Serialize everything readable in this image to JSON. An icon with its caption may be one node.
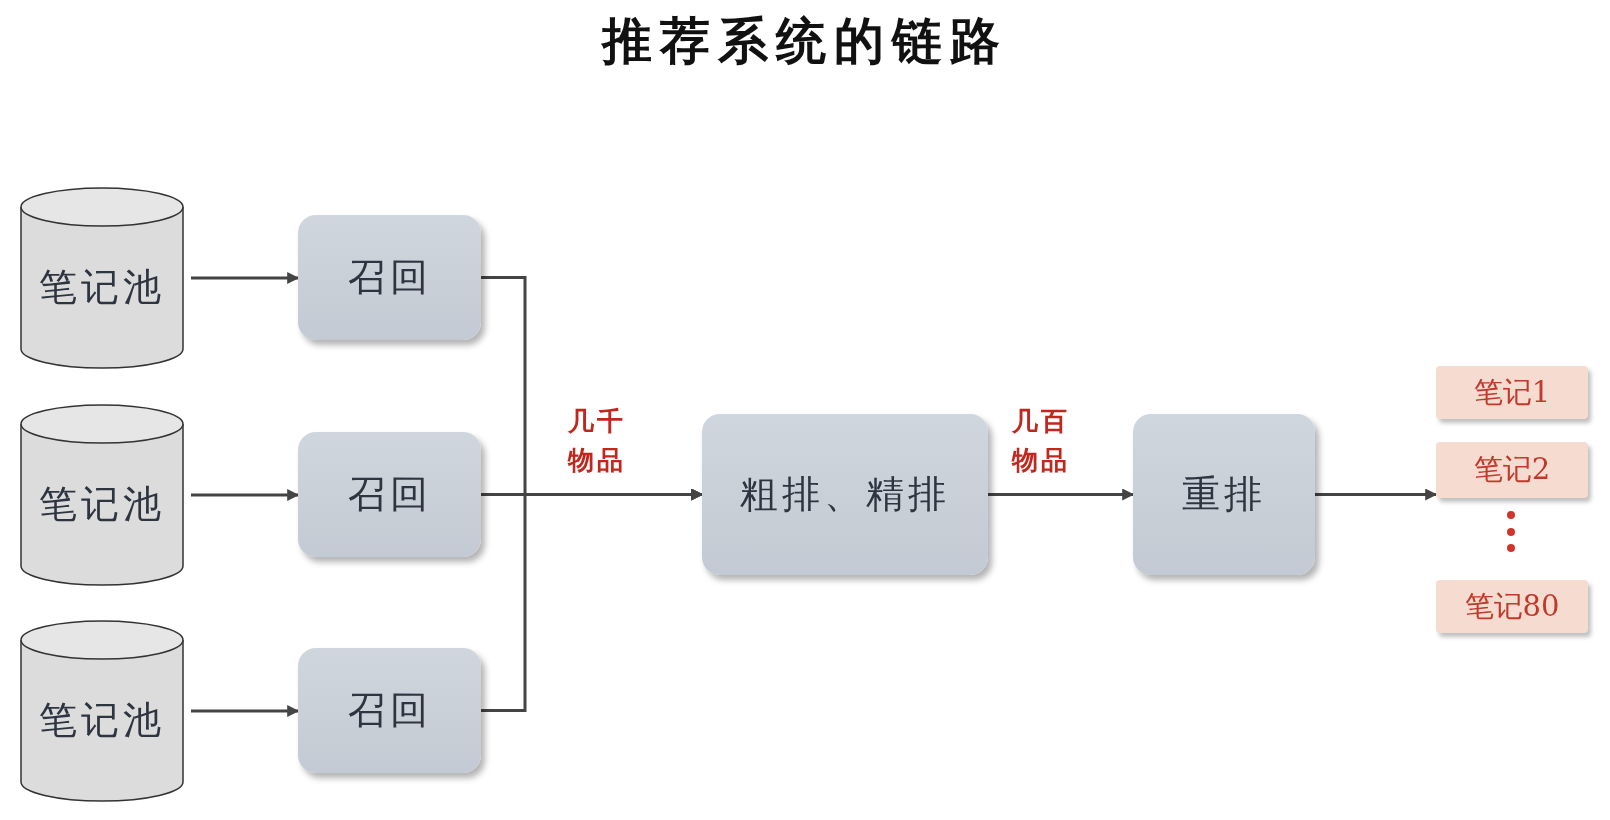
{
  "diagram": {
    "title": "推荐系统的链路",
    "nodes": [
      {
        "text": [
          "笔记池"
        ]
      },
      {
        "text": [
          "笔记池"
        ]
      },
      {
        "text": [
          "笔记池"
        ]
      },
      {
        "text": [
          "召回"
        ]
      },
      {
        "text": [
          "召回"
        ]
      },
      {
        "text": [
          "召回"
        ]
      },
      {
        "text": [
          "粗排、精排"
        ]
      },
      {
        "text": [
          "重排"
        ]
      },
      {
        "text": [
          "笔记1"
        ]
      },
      {
        "text": [
          "笔记2"
        ]
      },
      {
        "text": [
          "笔记80"
        ]
      }
    ],
    "edges": [
      {
        "from": 0,
        "to": 3,
        "arrow": "to"
      },
      {
        "from": 1,
        "to": 4,
        "arrow": "to"
      },
      {
        "from": 2,
        "to": 5,
        "arrow": "to"
      },
      {
        "from": 3,
        "to": 6,
        "arrow": "to"
      },
      {
        "from": 4,
        "to": 6,
        "arrow": "to",
        "label": "几千物品"
      },
      {
        "from": 5,
        "to": 6,
        "arrow": "to"
      },
      {
        "from": 6,
        "to": 7,
        "arrow": "to",
        "label": "几百物品"
      },
      {
        "from": 7,
        "to": 9,
        "arrow": "to"
      }
    ]
  }
}
